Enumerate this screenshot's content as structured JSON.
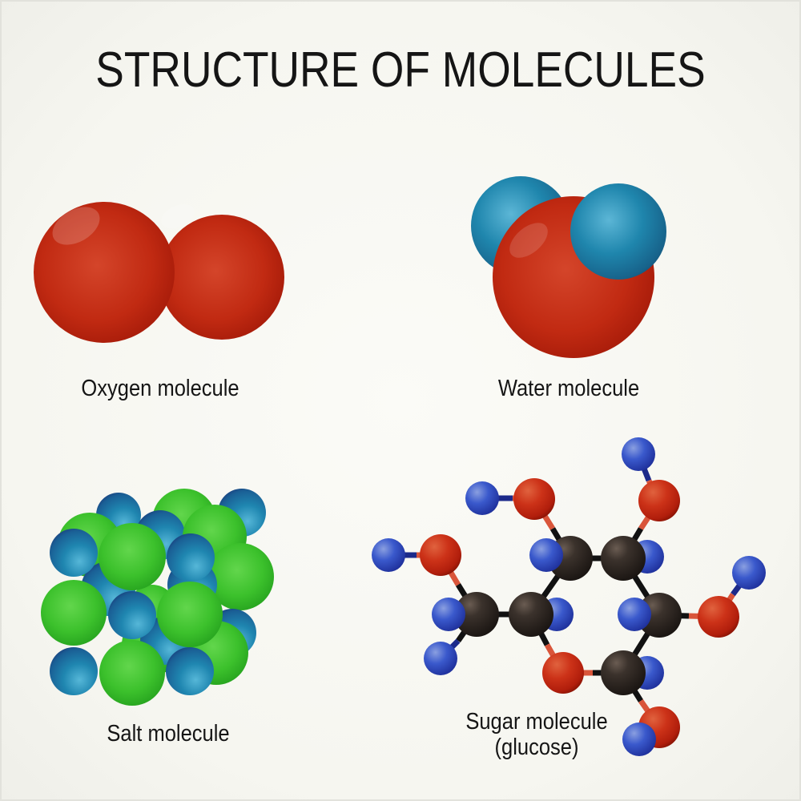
{
  "title": "STRUCTURE OF MOLECULES",
  "colors": {
    "background": "#f7f7f2",
    "oxygen_red": "#c42a12",
    "hydrogen_teal": "#1c86ad",
    "sodium_teal": "#1f86b0",
    "chlorine_green": "#3cc12c",
    "carbon_black": "#2f2823",
    "hydrogen_blue": "#2b48c4",
    "text": "#151515"
  },
  "panels": [
    {
      "id": "oxygen",
      "label": "Oxygen molecule",
      "atoms": [
        "O",
        "O"
      ]
    },
    {
      "id": "water",
      "label": "Water molecule",
      "atoms": [
        "O",
        "H",
        "H"
      ]
    },
    {
      "id": "salt",
      "label": "Salt molecule",
      "atoms": [
        "Na",
        "Cl"
      ]
    },
    {
      "id": "sugar",
      "label_line1": "Sugar molecule",
      "label_line2": "(glucose)",
      "atoms": [
        "C",
        "O",
        "H"
      ]
    }
  ]
}
